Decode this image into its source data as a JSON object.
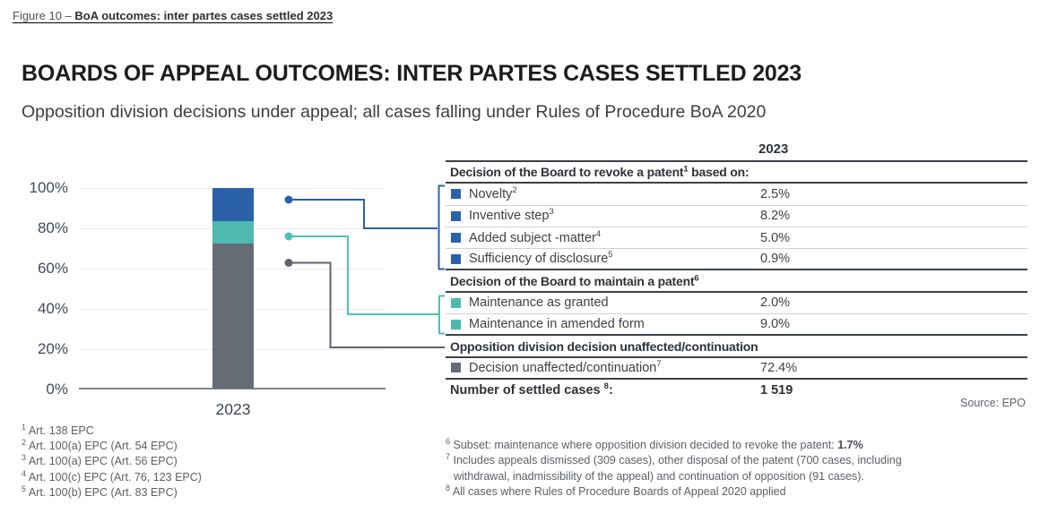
{
  "figure_caption": {
    "prefix": "Figure 10 – ",
    "title": "BoA outcomes: inter partes cases settled 2023"
  },
  "header": {
    "title": "BOARDS OF APPEAL OUTCOMES: INTER PARTES CASES SETTLED 2023",
    "subtitle": "Opposition division decisions under appeal; all cases falling under Rules of Procedure BoA 2020"
  },
  "palette": {
    "revoke_blue": "#2a61a9",
    "maintain_teal": "#4fb9b0",
    "unaffected_gray": "#666c75",
    "teal_connector": "#4ec0b8",
    "gray_connector": "#5d646d"
  },
  "chart_data": {
    "type": "bar",
    "stacked": true,
    "categories": [
      "2023"
    ],
    "series": [
      {
        "name": "Decision of the Board to revoke a patent",
        "color": "#2a61a9",
        "values": [
          16.6
        ],
        "breakdown": {
          "Novelty": 2.5,
          "Inventive step": 8.2,
          "Added subject -matter": 5.0,
          "Sufficiency of disclosure": 0.9
        }
      },
      {
        "name": "Decision of the Board to maintain a patent",
        "color": "#4fb9b0",
        "values": [
          11.0
        ],
        "breakdown": {
          "Maintenance as granted": 2.0,
          "Maintenance in amended form": 9.0
        }
      },
      {
        "name": "Opposition division decision unaffected/continuation",
        "color": "#666c75",
        "values": [
          72.4
        ],
        "breakdown": {
          "Decision unaffected/continuation": 72.4
        }
      }
    ],
    "xlabel": "",
    "ylabel": "",
    "ylim": [
      0,
      100
    ],
    "yticks": [
      "0%",
      "20%",
      "40%",
      "60%",
      "80%",
      "100%"
    ],
    "grid": true,
    "total_cases": 1519
  },
  "table": {
    "year_header": "2023",
    "rows": [
      {
        "type": "header",
        "pre": "Decision of the Board to revoke a patent",
        "sup": "1",
        "post": " based on:"
      },
      {
        "type": "data",
        "label": "Novelty",
        "sup": "2",
        "value": "2.5%"
      },
      {
        "type": "data",
        "label": "Inventive step",
        "sup": "3",
        "value": "8.2%"
      },
      {
        "type": "data",
        "label": "Added subject -matter",
        "sup": "4",
        "value": "5.0%"
      },
      {
        "type": "data",
        "label": "Sufficiency of disclosure",
        "sup": "5",
        "value": "0.9%"
      },
      {
        "type": "header",
        "pre": "Decision of the Board to maintain a patent",
        "sup": "6",
        "post": ""
      },
      {
        "type": "data",
        "label": "Maintenance as granted",
        "sup": "",
        "value": "2.0%"
      },
      {
        "type": "data",
        "label": "Maintenance in amended form",
        "sup": "",
        "value": "9.0%"
      },
      {
        "type": "header",
        "pre": "Opposition division decision unaffected/continuation",
        "sup": "",
        "post": ""
      },
      {
        "type": "data",
        "label": "Decision unaffected/continuation",
        "sup": "7",
        "value": "72.4%"
      },
      {
        "type": "total",
        "label": "Number of settled cases",
        "sup": "8",
        "post": ":",
        "value": "1 519"
      }
    ],
    "source": "Source: EPO"
  },
  "footnotes_left": [
    {
      "sup": "1",
      "text": "Art. 138 EPC"
    },
    {
      "sup": "2",
      "text": "Art. 100(a) EPC (Art. 54 EPC)"
    },
    {
      "sup": "3",
      "text": "Art. 100(a) EPC (Art. 56 EPC)"
    },
    {
      "sup": "4",
      "text": "Art. 100(c) EPC (Art. 76, 123 EPC)"
    },
    {
      "sup": "5",
      "text": "Art. 100(b) EPC (Art. 83 EPC)"
    }
  ],
  "footnotes_right": [
    {
      "sup": "6",
      "text": "Subset: maintenance where opposition division decided to revoke the patent: ",
      "bold": "1.7%"
    },
    {
      "sup": "7",
      "text": "Includes appeals dismissed (309 cases), other disposal of the patent (700 cases, including withdrawal, inadmissibility of the appeal) and continuation of opposition (91 cases).",
      "bold": ""
    },
    {
      "sup": "8",
      "text": "All cases where Rules of Procedure Boards of Appeal 2020 applied",
      "bold": ""
    }
  ]
}
